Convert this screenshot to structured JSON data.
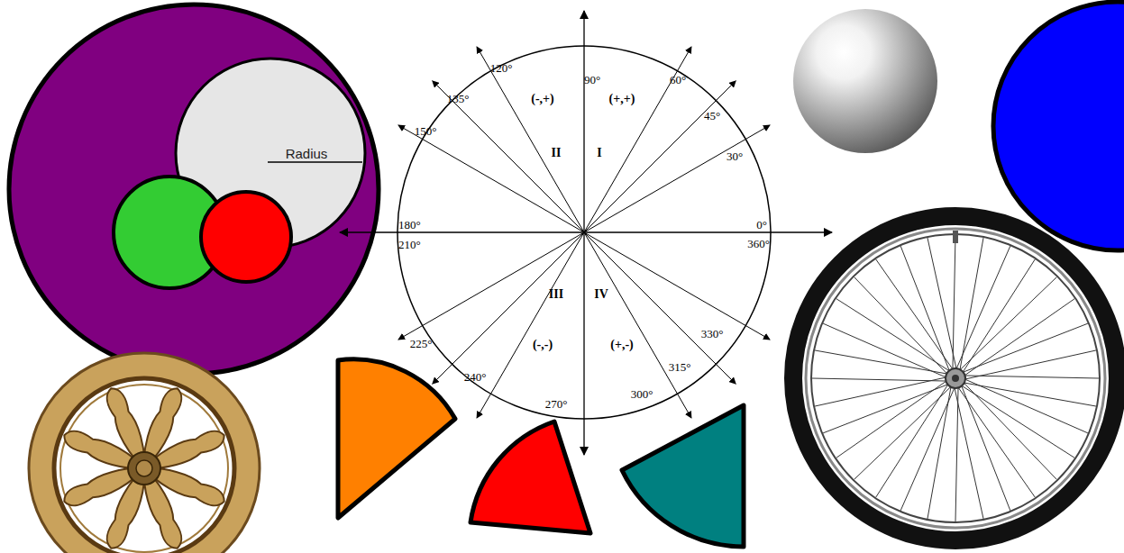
{
  "diagram": {
    "nodes": [
      {
        "text": [
          "Radius"
        ]
      },
      {
        "text": [
          "90°",
          "60°",
          "45°",
          "30°",
          "0°",
          "360°",
          "120°",
          "135°",
          "150°",
          "180°",
          "210°",
          "225°",
          "240°",
          "270°",
          "300°",
          "315°",
          "330°",
          "(-,+)",
          "(+,+)",
          "II",
          "I",
          "III",
          "IV",
          "(-,-)",
          "(+,-)"
        ]
      }
    ]
  }
}
